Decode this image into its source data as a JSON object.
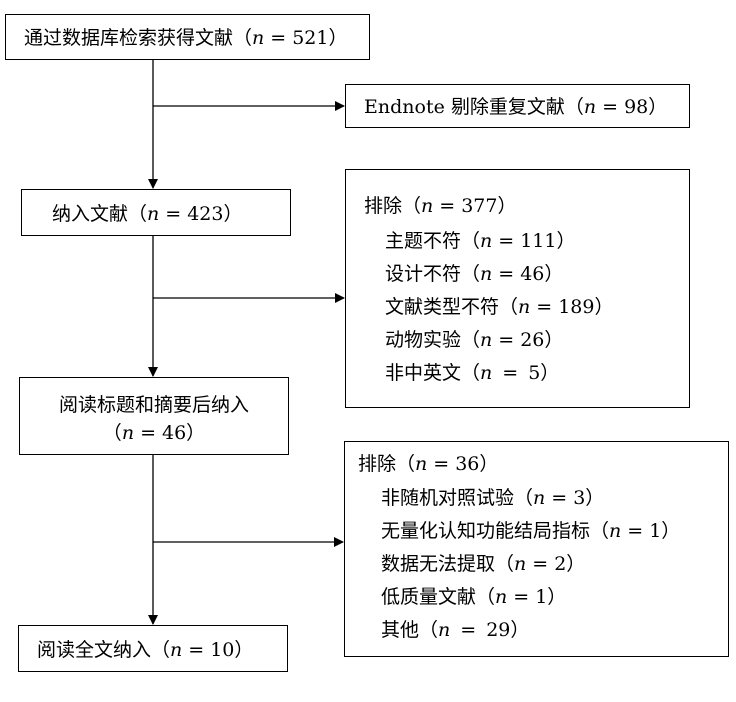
{
  "boxes": {
    "search": {
      "label": "通过数据库检索获得文献",
      "n": "521"
    },
    "duplicates": {
      "label": "Endnote 剔除重复文献",
      "n": "98"
    },
    "included": {
      "label": "纳入文献",
      "n": "423"
    },
    "excluded1": {
      "title": {
        "label": "排除",
        "n": "377"
      },
      "items": [
        {
          "label": "主题不符",
          "n": "111"
        },
        {
          "label": "设计不符",
          "n": "46"
        },
        {
          "label": "文献类型不符",
          "n": "189"
        },
        {
          "label": "动物实验",
          "n": "26"
        },
        {
          "label": "非中英文",
          "n": "5"
        }
      ]
    },
    "screened": {
      "label": "阅读标题和摘要后纳入",
      "n": "46"
    },
    "excluded2": {
      "title": {
        "label": "排除",
        "n": "36"
      },
      "items": [
        {
          "label": "非随机对照试验",
          "n": "3"
        },
        {
          "label": "无量化认知功能结局指标",
          "n": "1"
        },
        {
          "label": "数据无法提取",
          "n": "2"
        },
        {
          "label": "低质量文献",
          "n": "1"
        },
        {
          "label": "其他",
          "n": "29"
        }
      ]
    },
    "final": {
      "label": "阅读全文纳入",
      "n": "10"
    }
  },
  "symbols": {
    "n": "n",
    "eq": "=",
    "open": "（",
    "close": "）"
  }
}
